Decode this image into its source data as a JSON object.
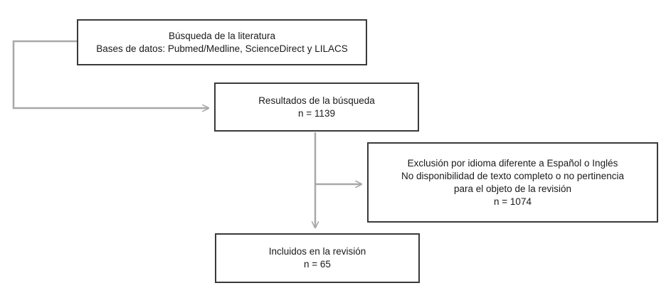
{
  "boxes": {
    "search": {
      "title": "Búsqueda de la literatura",
      "detail": "Bases de datos: Pubmed/Medline, ScienceDirect y LILACS"
    },
    "results": {
      "title": "Resultados de la búsqueda",
      "count": "n = 1139"
    },
    "exclusion": {
      "line1": "Exclusión por idioma diferente a Español o Inglés",
      "line2": "No disponibilidad de texto completo o no pertinencia",
      "line3": "para el objeto de la revisión",
      "count": "n = 1074"
    },
    "included": {
      "title": "Incluidos en la revisión",
      "count": "n = 65"
    }
  },
  "colors": {
    "box_border": "#3a3a3a",
    "connector": "#a8a8a8",
    "text": "#1a1a1a"
  }
}
